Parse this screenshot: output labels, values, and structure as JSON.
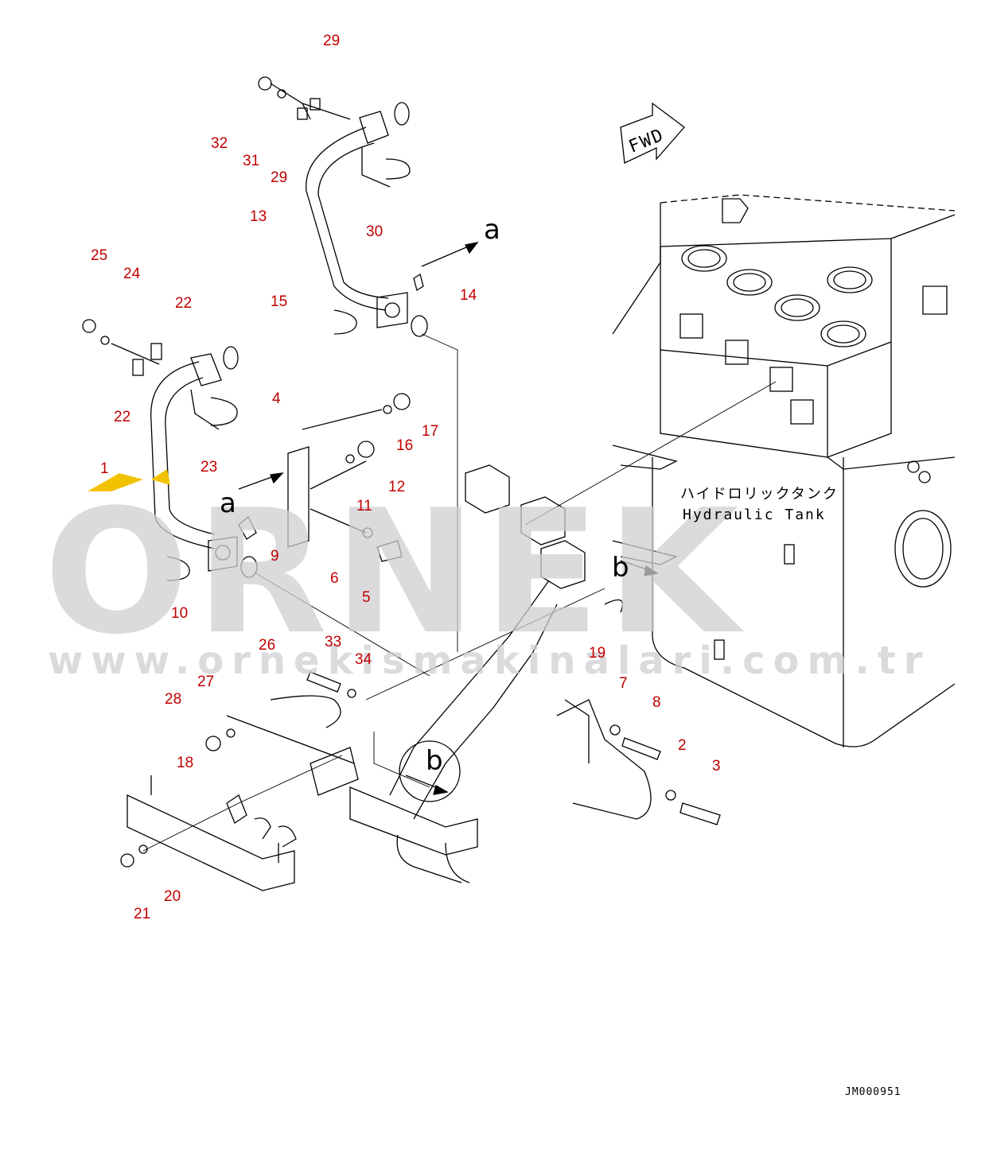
{
  "diagram": {
    "callouts": [
      {
        "id": "c1",
        "text": "1"
      },
      {
        "id": "c2",
        "text": "2"
      },
      {
        "id": "c3",
        "text": "3"
      },
      {
        "id": "c4",
        "text": "4"
      },
      {
        "id": "c5",
        "text": "5"
      },
      {
        "id": "c6",
        "text": "6"
      },
      {
        "id": "c7",
        "text": "7"
      },
      {
        "id": "c8",
        "text": "8"
      },
      {
        "id": "c9",
        "text": "9"
      },
      {
        "id": "c10",
        "text": "10"
      },
      {
        "id": "c11",
        "text": "11"
      },
      {
        "id": "c12",
        "text": "12"
      },
      {
        "id": "c13",
        "text": "13"
      },
      {
        "id": "c14",
        "text": "14"
      },
      {
        "id": "c15",
        "text": "15"
      },
      {
        "id": "c16",
        "text": "16"
      },
      {
        "id": "c17",
        "text": "17"
      },
      {
        "id": "c18",
        "text": "18"
      },
      {
        "id": "c19",
        "text": "19"
      },
      {
        "id": "c20",
        "text": "20"
      },
      {
        "id": "c21",
        "text": "21"
      },
      {
        "id": "c22a",
        "text": "22"
      },
      {
        "id": "c22b",
        "text": "22"
      },
      {
        "id": "c23",
        "text": "23"
      },
      {
        "id": "c24",
        "text": "24"
      },
      {
        "id": "c25",
        "text": "25"
      },
      {
        "id": "c26",
        "text": "26"
      },
      {
        "id": "c27",
        "text": "27"
      },
      {
        "id": "c28",
        "text": "28"
      },
      {
        "id": "c29a",
        "text": "29"
      },
      {
        "id": "c29b",
        "text": "29"
      },
      {
        "id": "c30",
        "text": "30"
      },
      {
        "id": "c31",
        "text": "31"
      },
      {
        "id": "c32",
        "text": "32"
      },
      {
        "id": "c33",
        "text": "33"
      },
      {
        "id": "c34",
        "text": "34"
      }
    ],
    "view_labels": {
      "a_top": "a",
      "a_left": "a",
      "b_right": "b",
      "b_circle": "b"
    },
    "tank_label_jp": "ハイドロリックタンク",
    "tank_label_en": "Hydraulic Tank",
    "fwd_label": "FWD",
    "drawing_code": "JM000951",
    "watermark": {
      "brand": "ORNEK",
      "url": "www.ornekismakinalari.com.tr"
    },
    "colors": {
      "callout": "#c00000",
      "line": "#000000",
      "watermark": "#cfcfd3",
      "accent": "#f2c200"
    }
  }
}
